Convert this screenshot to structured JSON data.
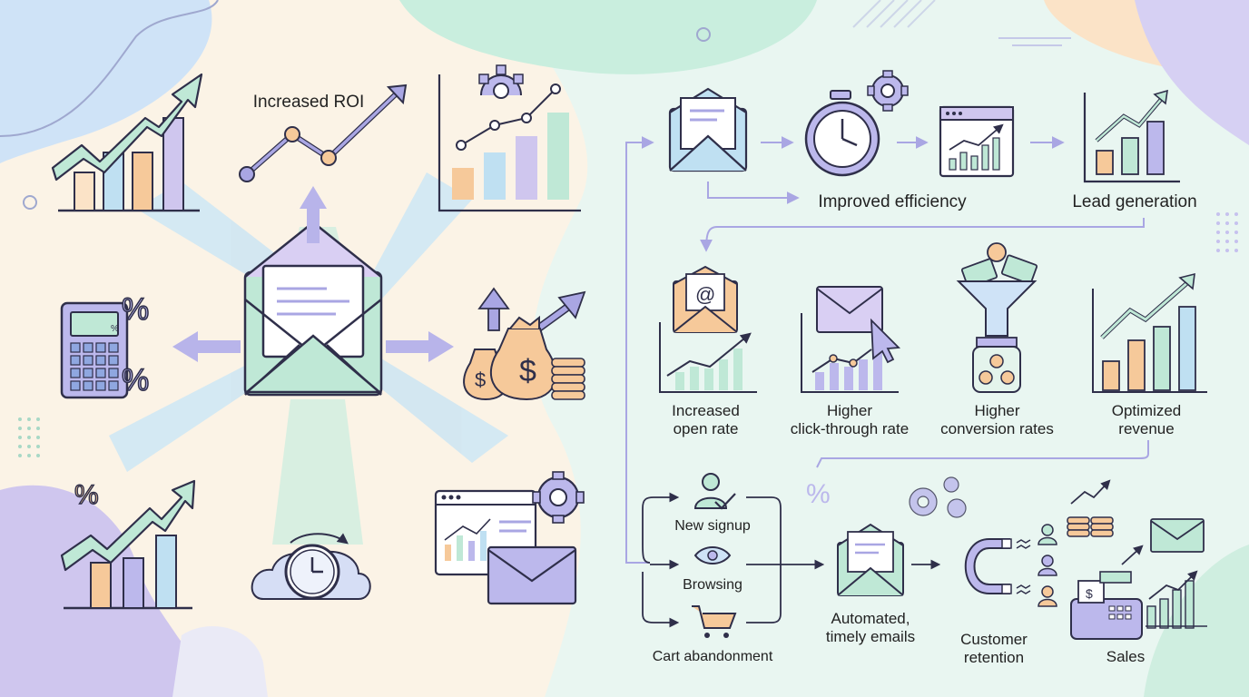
{
  "left_panel": {
    "roi_label": "Increased ROI"
  },
  "flow_top": {
    "efficiency_label": "Improved efficiency",
    "lead_label": "Lead generation"
  },
  "metrics": {
    "open_rate": [
      "Increased",
      "open rate"
    ],
    "ctr": [
      "Higher",
      "click-through rate"
    ],
    "conversion": [
      "Higher",
      "conversion rates"
    ],
    "revenue": [
      "Optimized",
      "revenue"
    ]
  },
  "triggers": {
    "signup": "New signup",
    "browsing": "Browsing",
    "cart": "Cart abandonment",
    "automated": [
      "Automated,",
      "timely emails"
    ],
    "retention": [
      "Customer",
      "retention"
    ],
    "sales": "Sales"
  },
  "icon_glyphs": {
    "at_sign": "@",
    "dollar": "$",
    "percent": "%"
  },
  "palette": {
    "outline": "#2f2f4a",
    "mint": "#bfe8d6",
    "lavender": "#bcb8ec",
    "peach": "#f6c99a",
    "sky": "#bfe0f2",
    "arrow": "#a9a6e3",
    "bg_left": "#fbf3e6",
    "bg_right": "#e9f6f1"
  }
}
